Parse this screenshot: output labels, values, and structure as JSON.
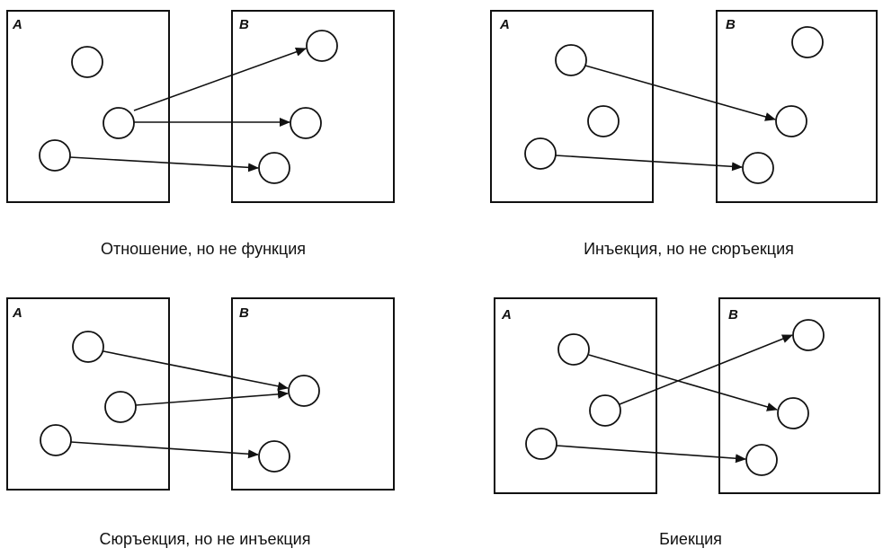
{
  "panels": [
    {
      "caption": "Отношение, но не функция",
      "set_a_label": "A",
      "set_b_label": "B"
    },
    {
      "caption": "Инъекция, но не сюръекция",
      "set_a_label": "A",
      "set_b_label": "B"
    },
    {
      "caption": "Сюръекция, но не инъекция",
      "set_a_label": "A",
      "set_b_label": "B"
    },
    {
      "caption": "Биекция",
      "set_a_label": "A",
      "set_b_label": "B"
    }
  ]
}
